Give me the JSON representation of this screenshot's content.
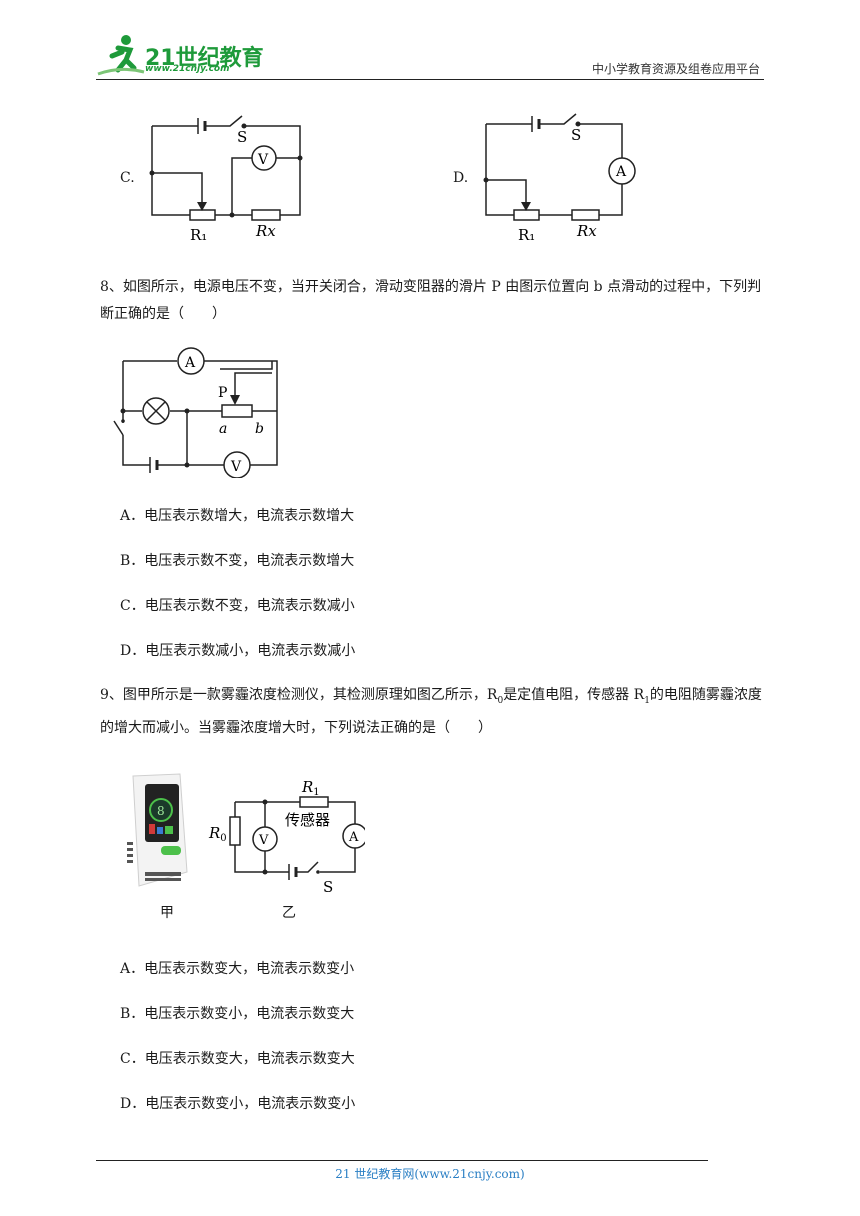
{
  "header": {
    "brand": "21世纪教育",
    "brand_url": "www.21cnjy.com",
    "platform": "中小学教育资源及组卷应用平台"
  },
  "q7": {
    "option_c_label": "C.",
    "option_d_label": "D.",
    "diagram_c": {
      "switch": "S",
      "meter": "V",
      "rheostat": "R₁",
      "resistor": "Rx"
    },
    "diagram_d": {
      "switch": "S",
      "meter": "A",
      "rheostat": "R₁",
      "resistor": "Rx"
    }
  },
  "q8": {
    "text": "8、如图所示，电源电压不变，当开关闭合，滑动变阻器的滑片 P 由图示位置向 b 点滑动的过程中，下列判断正确的是（　　）",
    "diagram": {
      "ammeter": "A",
      "voltmeter": "V",
      "slider": "P",
      "end_a": "a",
      "end_b": "b"
    },
    "options": [
      "A．电压表示数增大，电流表示数增大",
      "B．电压表示数不变，电流表示数增大",
      "C．电压表示数不变，电流表示数减小",
      "D．电压表示数减小，电流表示数减小"
    ]
  },
  "q9": {
    "text_part1": "9、图甲所示是一款雾霾浓度检测仪，其检测原理如图乙所示，R",
    "sub0": "0",
    "text_part2": "是定值电阻，传感器 R",
    "sub1": "1",
    "text_part3": "的电阻随雾霾浓度的增大而减小。当雾霾浓度增大时，下列说法正确的是（　　）",
    "fig_jia": "甲",
    "fig_yi": "乙",
    "diagram": {
      "r1": "R",
      "r1_sub": "1",
      "sensor": "传感器",
      "r0": "R",
      "r0_sub": "0",
      "voltmeter": "V",
      "ammeter": "A",
      "switch": "S",
      "device_digit": "8"
    },
    "options": [
      "A．电压表示数变大，电流表示数变小",
      "B．电压表示数变小，电流表示数变大",
      "C．电压表示数变大，电流表示数变大",
      "D．电压表示数变小，电流表示数变小"
    ]
  },
  "footer": {
    "text": "21 世纪教育网(www.21cnjy.com)"
  }
}
